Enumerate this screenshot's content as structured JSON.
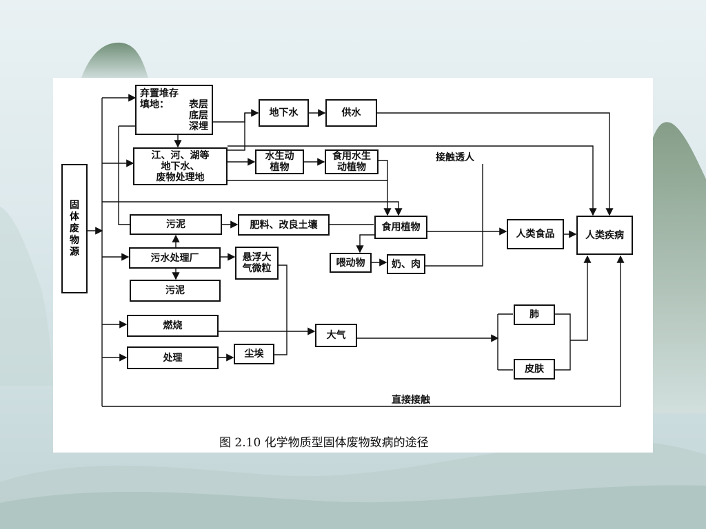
{
  "nodes": {
    "source": "固\n体\n废\n物\n源",
    "landfill_title": "弃置堆存",
    "landfill_sub": "填地：",
    "landfill_layers": "表层\n底层\n深埋",
    "water_bodies": "江、河、湖等\n地下水、\n废物处理地",
    "groundwater": "地下水",
    "water_supply": "供水",
    "aquatic_life": "水生动\n植物",
    "edible_aquatic": "食用水生\n动植物",
    "sludge_top": "污泥",
    "fertilizer": "肥料、改良土壤",
    "edible_plants": "食用植物",
    "sewage_plant": "污水处理厂",
    "suspended_particles": "悬浮大\n气微粒",
    "fed_animals": "喂动物",
    "milk_meat": "奶、肉",
    "sludge_mid": "污泥",
    "burning": "燃烧",
    "treatment": "处理",
    "dust": "尘埃",
    "atmosphere": "大气",
    "lung": "肺",
    "skin": "皮肤",
    "human_food": "人类食品",
    "human_disease": "人类疾病"
  },
  "labels": {
    "contact_infiltration": "接触透人",
    "direct_contact": "直接接触"
  },
  "caption": "图 2.10    化学物质型固体废物致病的途径"
}
